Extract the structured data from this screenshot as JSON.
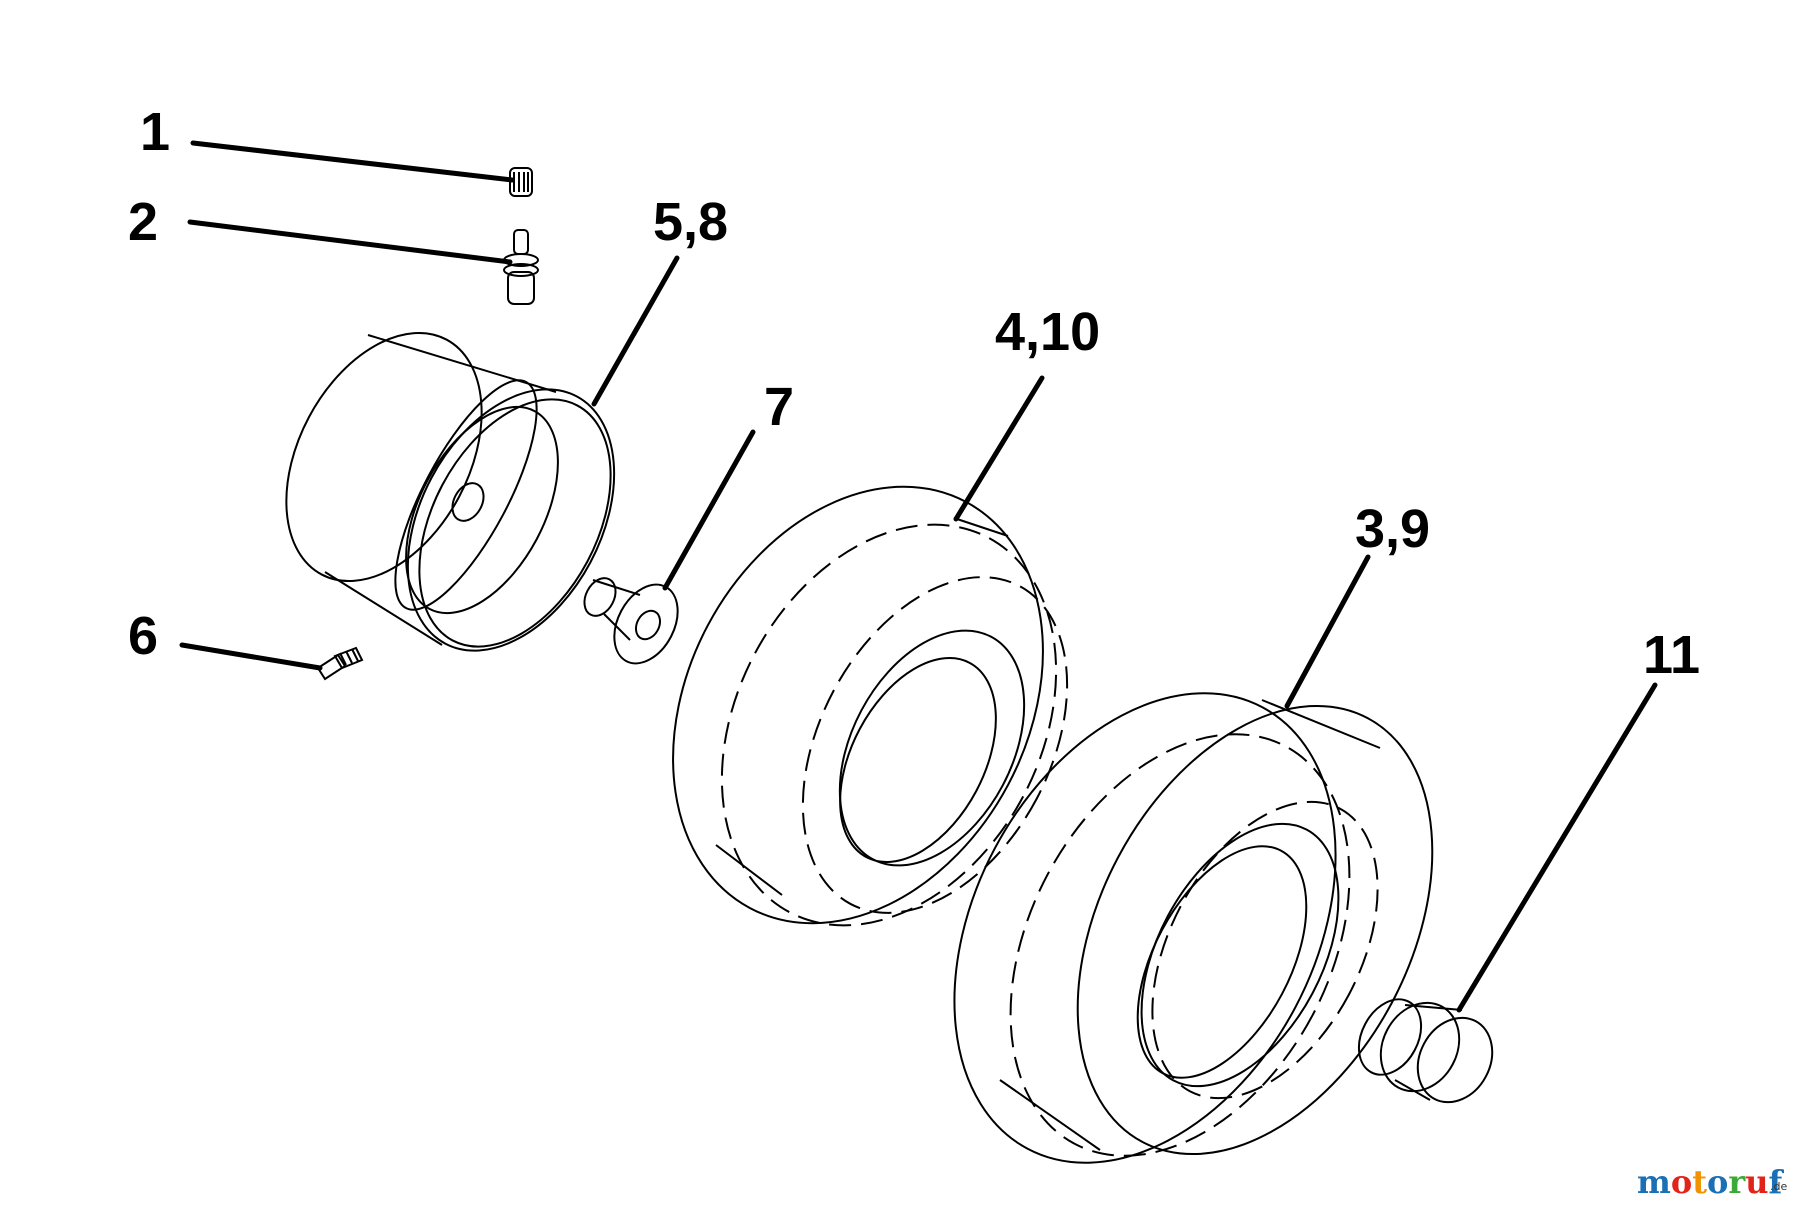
{
  "callouts": [
    {
      "id": "1",
      "label": "1",
      "part": "valve-cap"
    },
    {
      "id": "2",
      "label": "2",
      "part": "valve-stem"
    },
    {
      "id": "58",
      "label": "5,8",
      "part": "wheel-rim"
    },
    {
      "id": "6",
      "label": "6",
      "part": "grease-fitting"
    },
    {
      "id": "7",
      "label": "7",
      "part": "bushing"
    },
    {
      "id": "410",
      "label": "4,10",
      "part": "front-tire"
    },
    {
      "id": "39",
      "label": "3,9",
      "part": "rear-tire"
    },
    {
      "id": "11",
      "label": "11",
      "part": "hub-cap"
    }
  ],
  "watermark": {
    "letters": [
      {
        "char": "m",
        "color": "#1a6fb5"
      },
      {
        "char": "o",
        "color": "#e2231a"
      },
      {
        "char": "t",
        "color": "#f39200"
      },
      {
        "char": "o",
        "color": "#1a6fb5"
      },
      {
        "char": "r",
        "color": "#3aa935"
      },
      {
        "char": "u",
        "color": "#e2231a"
      },
      {
        "char": "f",
        "color": "#1a6fb5"
      }
    ],
    "suffix": ".de"
  }
}
